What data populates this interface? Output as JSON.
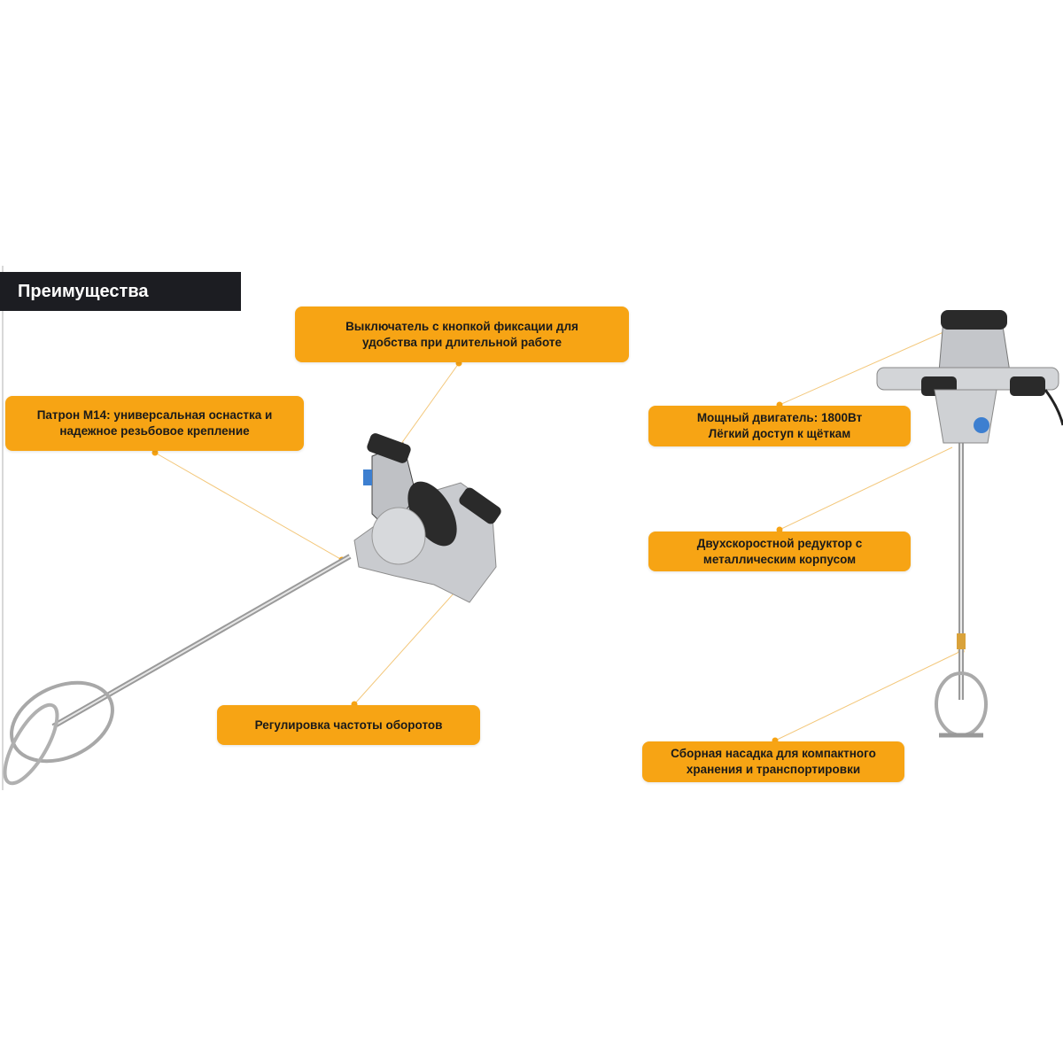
{
  "title": "Преимущества",
  "accent_color": "#f7a414",
  "callouts": [
    {
      "line1": "Выключатель с кнопкой фиксации для",
      "line2": "удобства при длительной работе"
    },
    {
      "line1": "Патрон М14: универсальная оснастка и",
      "line2": "надежное резьбовое крепление"
    },
    {
      "line1": "Регулировка частоты оборотов",
      "line2": ""
    },
    {
      "line1": "Мощный двигатель: 1800Вт",
      "line2": "Лёгкий доступ к щёткам"
    },
    {
      "line1": "Двухскоростной редуктор с",
      "line2": "металлическим корпусом"
    },
    {
      "line1": "Сборная насадка для компактного",
      "line2": "хранения и транспортировки"
    }
  ]
}
